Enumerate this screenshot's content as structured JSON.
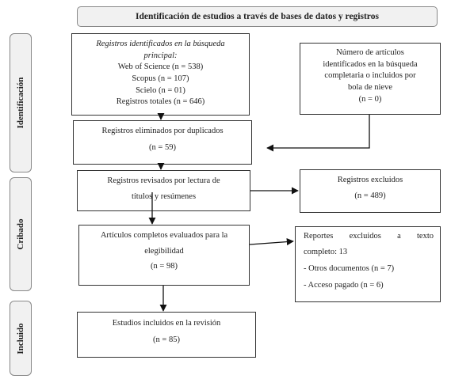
{
  "header": {
    "title": "Identificación de estudios a través de bases de datos y registros"
  },
  "phases": {
    "identification": "Identificación",
    "screening": "Cribado",
    "included": "Incluido"
  },
  "boxes": {
    "identified": {
      "heading_l1": "Registros identificados en la búsqueda",
      "heading_l2": "principal:",
      "wos": "Web of Science (n = 538)",
      "scopus": "Scopus (n = 107)",
      "scielo": "Scielo (n = 01)",
      "total": "Registros totales (n = 646)"
    },
    "snowball": {
      "l1": "Número de artículos",
      "l2": "identificados en la búsqueda",
      "l3": "completaria o incluidos por",
      "l4": "bola de nieve",
      "l5": "(n = 0)"
    },
    "duplicates": {
      "l1": "Registros eliminados por duplicados",
      "l2": "(n = 59)"
    },
    "reviewed": {
      "l1": "Registros revisados por lectura de",
      "l2": "títulos y resúmenes"
    },
    "excluded": {
      "l1": "Registros excluidos",
      "l2": "(n = 489)"
    },
    "eligibility": {
      "l1": "Artículos completos evaluados para la",
      "l2": "elegibilidad",
      "l3": "(n = 98)"
    },
    "reports_excluded": {
      "l1": "Reportes excluidos a texto",
      "l2": "completo: 13",
      "l3": "- Otros documentos (n = 7)",
      "l4": "- Acceso pagado (n = 6)"
    },
    "included": {
      "l1": "Estudios incluidos en la revisión",
      "l2": "(n = 85)"
    }
  }
}
